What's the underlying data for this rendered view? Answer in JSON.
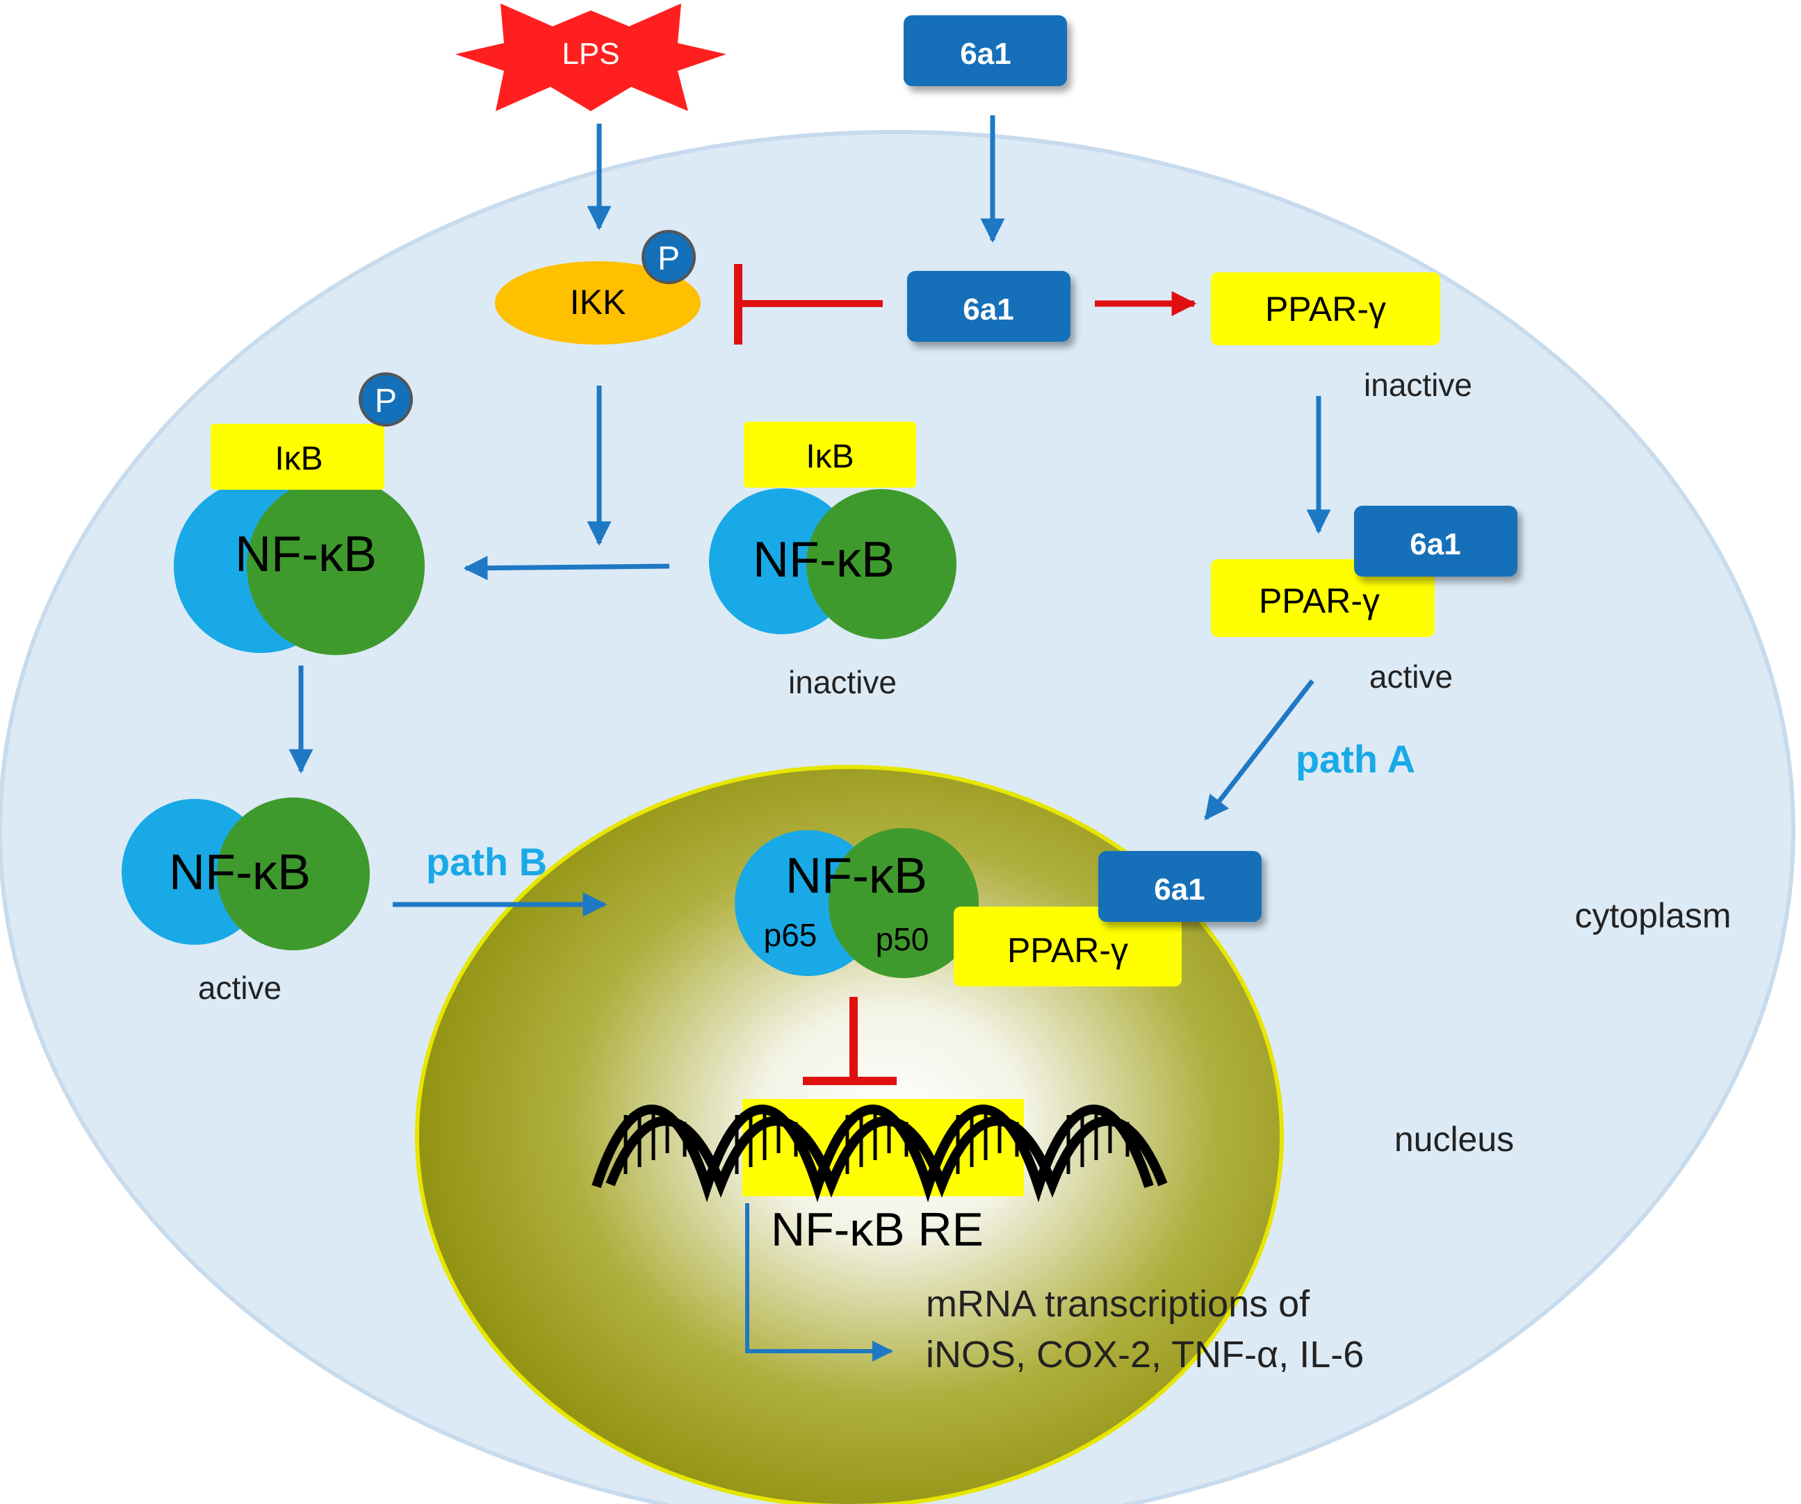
{
  "colors": {
    "cell_fill": "#dceaf6",
    "cell_stroke": "#c7dbed",
    "nucleus_outer": "#8a8a00",
    "nucleus_inner": "#ffffff",
    "nucleus_stroke": "#e7e600",
    "blue_circle": "#19a9e6",
    "green_circle": "#3f9a2d",
    "box_blue": "#1370b9",
    "yellow": "#ffff00",
    "ikk_orange": "#ffc000",
    "lps_red": "#ff1f1f",
    "arrow_blue": "#1e78c4",
    "inhibit_red": "#e01010",
    "path_label": "#19a9e6"
  },
  "stimulus": {
    "lps": "LPS"
  },
  "compound": {
    "outside": "6a1",
    "inside": "6a1",
    "on_ppar": "6a1",
    "in_nucleus": "6a1"
  },
  "kinase": {
    "ikk": "IKK",
    "phospho_ikk": "P",
    "phospho_ikb": "P"
  },
  "ikb_complex": {
    "phosphorylated_ikb": "IκB",
    "phosphorylated_nfkb": "NF-κB",
    "inactive_ikb": "IκB",
    "inactive_nfkb": "NF-κB",
    "inactive_label": "inactive"
  },
  "nfkb_active": {
    "label": "NF-κB",
    "status": "active"
  },
  "ppar": {
    "inactive": "PPAR-γ",
    "inactive_label": "inactive",
    "active": "PPAR-γ",
    "active_label": "active",
    "nuclear": "PPAR-γ"
  },
  "paths": {
    "a": "path A",
    "b": "path B"
  },
  "nuclear_nfkb": {
    "label": "NF-κB",
    "p65": "p65",
    "p50": "p50"
  },
  "dna": {
    "response_element": "NF-κB RE"
  },
  "output": {
    "line1": "mRNA transcriptions of",
    "line2": "iNOS, COX-2, TNF-α, IL-6"
  },
  "compartments": {
    "cytoplasm": "cytoplasm",
    "nucleus": "nucleus"
  }
}
